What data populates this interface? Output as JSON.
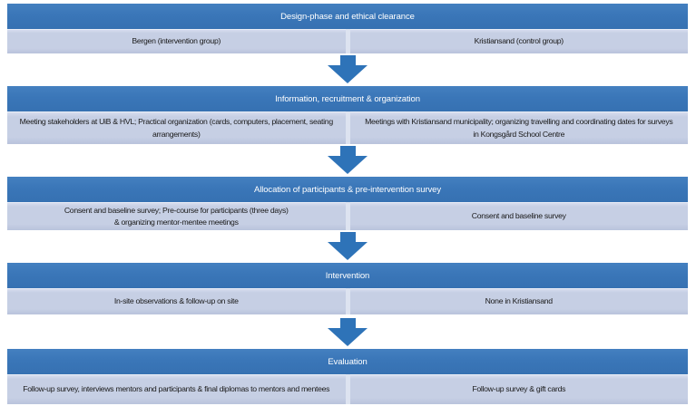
{
  "colors": {
    "phase_header_bg": "#3A76B8",
    "phase_header_text": "#FFFFFF",
    "cell_bg": "#C6CFE4",
    "cell_text": "#1A1A1A",
    "arrow": "#2E73B8"
  },
  "sections": [
    {
      "title": "Design-phase and ethical clearance",
      "bergen": "Bergen (intervention group)",
      "kristiansand": "Kristiansand (control group)"
    },
    {
      "title": "Information, recruitment & organization",
      "bergen": "Meeting stakeholders at UiB & HVL; Practical organization (cards, computers, placement, seating\narrangements)",
      "kristiansand": "Meetings with Kristiansand municipality; organizing travelling and coordinating dates for surveys\nin Kongsgård School Centre"
    },
    {
      "title": "Allocation of participants & pre-intervention survey",
      "bergen": "Consent and baseline survey; Pre-course for participants (three days)\n& organizing  mentor-mentee meetings",
      "kristiansand": "Consent and baseline survey"
    },
    {
      "title": "Intervention",
      "bergen": "In-site observations & follow-up on site",
      "kristiansand": "None in Kristiansand"
    },
    {
      "title": "Evaluation",
      "bergen": "Follow-up survey, interviews mentors and participants & final diplomas to mentors and mentees",
      "kristiansand": "Follow-up survey & gift cards"
    }
  ]
}
